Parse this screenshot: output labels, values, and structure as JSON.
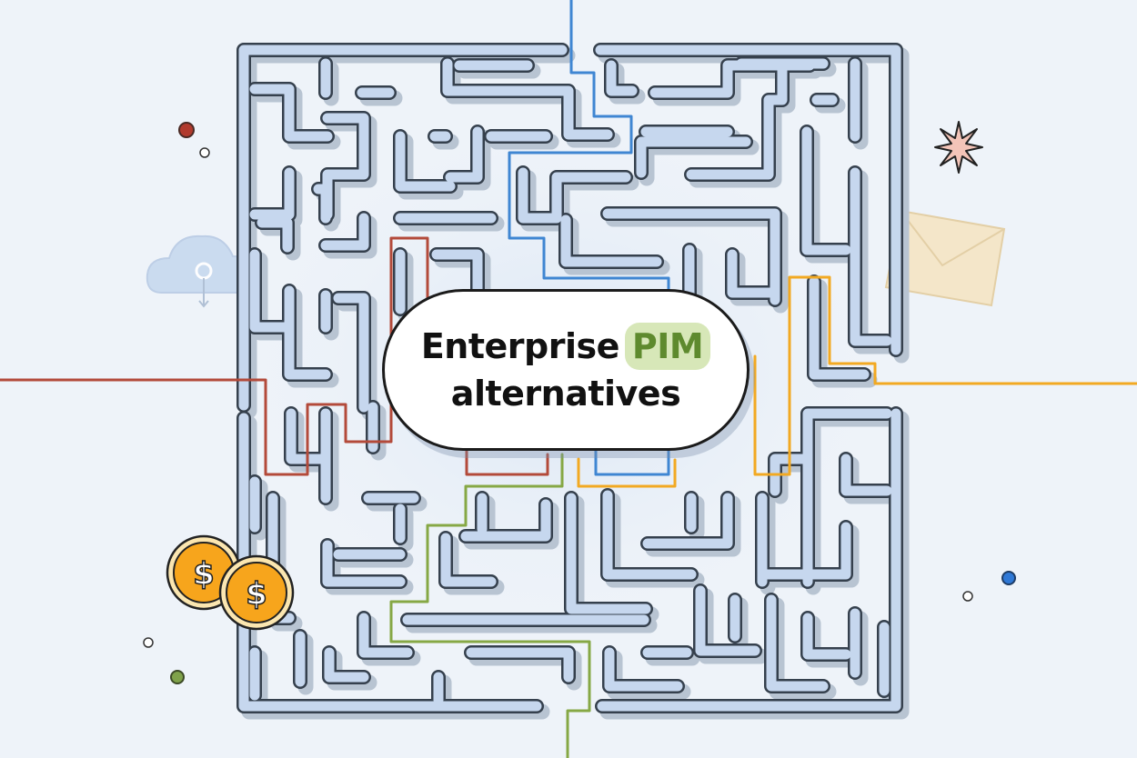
{
  "title": {
    "line1": "Enterprise",
    "highlight": "PIM",
    "line2": "alternatives"
  },
  "icons": [
    "cloud-upload-icon",
    "envelope-icon",
    "sparkle-icon",
    "dollar-coin-icon",
    "dollar-coin-icon"
  ],
  "colors": {
    "background": "#eef3f9",
    "maze_wall_fill": "#c6d7ee",
    "maze_wall_outline": "#35404d",
    "path_blue": "#3f86d2",
    "path_red": "#b34a3a",
    "path_orange": "#f2a922",
    "path_green": "#86a845",
    "coin": "#f7a51c",
    "highlight_bg": "#d7e7b8",
    "highlight_text": "#5e8a2e"
  },
  "coins": [
    {
      "symbol": "$"
    },
    {
      "symbol": "$"
    }
  ]
}
